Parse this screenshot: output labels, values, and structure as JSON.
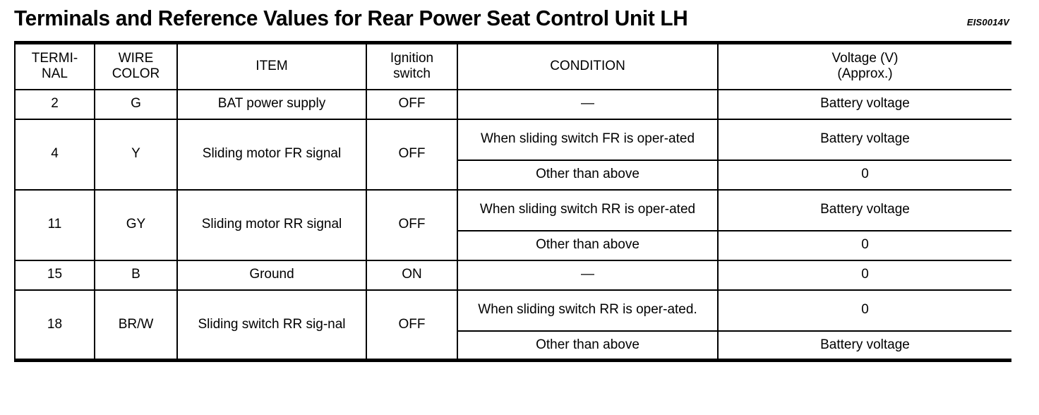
{
  "document": {
    "title": "Terminals and Reference Values for Rear Power Seat Control Unit LH",
    "reference_code": "EIS0014V"
  },
  "table": {
    "headers": {
      "terminal": "TERMI-\nNAL",
      "terminal_line1": "TERMI-",
      "terminal_line2": "NAL",
      "wire_color_line1": "WIRE",
      "wire_color_line2": "COLOR",
      "item": "ITEM",
      "ignition_line1": "Ignition",
      "ignition_line2": "switch",
      "condition": "CONDITION",
      "voltage_line1": "Voltage (V)",
      "voltage_line2": "(Approx.)"
    },
    "rows": [
      {
        "terminal": "2",
        "wire_color": "G",
        "item": "BAT power supply",
        "ignition_switch": "OFF",
        "conditions": [
          {
            "condition": "—",
            "voltage": "Battery voltage"
          }
        ]
      },
      {
        "terminal": "4",
        "wire_color": "Y",
        "item": "Sliding motor FR signal",
        "ignition_switch": "OFF",
        "conditions": [
          {
            "condition": "When sliding switch FR is oper-ated",
            "voltage": "Battery voltage"
          },
          {
            "condition": "Other than above",
            "voltage": "0"
          }
        ]
      },
      {
        "terminal": "11",
        "wire_color": "GY",
        "item": "Sliding motor RR signal",
        "ignition_switch": "OFF",
        "conditions": [
          {
            "condition": "When sliding switch RR is oper-ated",
            "voltage": "Battery voltage"
          },
          {
            "condition": "Other than above",
            "voltage": "0"
          }
        ]
      },
      {
        "terminal": "15",
        "wire_color": "B",
        "item": "Ground",
        "ignition_switch": "ON",
        "conditions": [
          {
            "condition": "—",
            "voltage": "0"
          }
        ]
      },
      {
        "terminal": "18",
        "wire_color": "BR/W",
        "item": "Sliding switch RR sig-nal",
        "ignition_switch": "OFF",
        "conditions": [
          {
            "condition": "When sliding switch RR is oper-ated.",
            "voltage": "0"
          },
          {
            "condition": "Other than above",
            "voltage": "Battery voltage"
          }
        ]
      }
    ]
  },
  "colors": {
    "background": "#ffffff",
    "text": "#000000",
    "border": "#000000"
  }
}
